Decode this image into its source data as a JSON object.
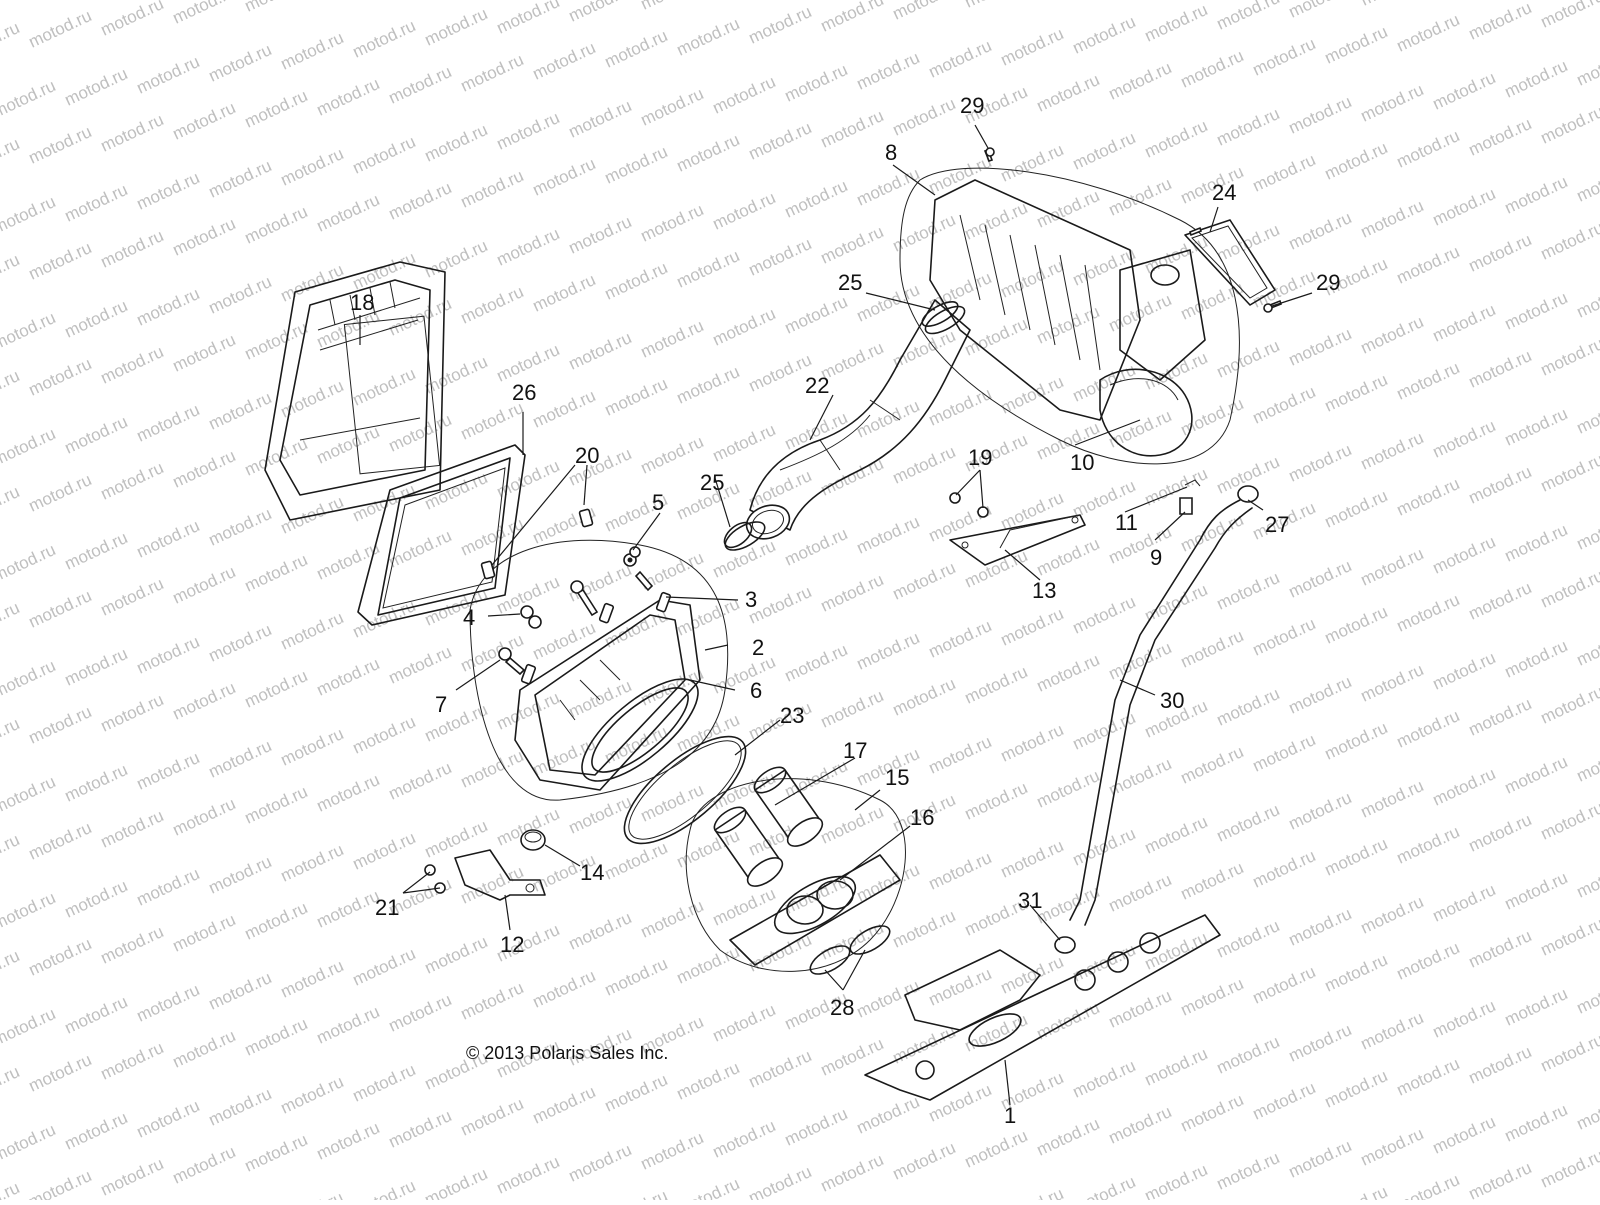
{
  "watermark": "motod.ru",
  "copyright": "© 2013 Polaris Sales Inc.",
  "labels": [
    "1",
    "2",
    "3",
    "4",
    "5",
    "6",
    "7",
    "8",
    "9",
    "10",
    "11",
    "12",
    "13",
    "14",
    "15",
    "16",
    "17",
    "18",
    "19",
    "20",
    "21",
    "22",
    "23",
    "24",
    "25",
    "25",
    "26",
    "27",
    "28",
    "29",
    "29",
    "30",
    "31"
  ]
}
